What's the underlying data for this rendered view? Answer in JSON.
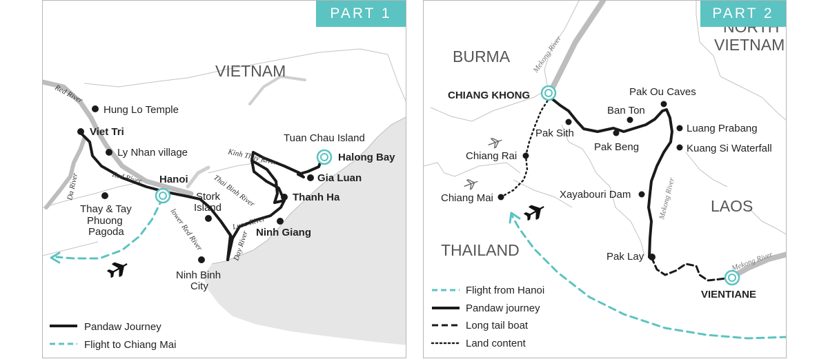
{
  "panel1": {
    "part_label": "PART 1",
    "country": "VIETNAM",
    "places": {
      "hung_lo_temple": "Hung Lo Temple",
      "viet_tri": "Viet Tri",
      "ly_nhan_village": "Ly Nhan village",
      "hanoi": "Hanoi",
      "thay_tay_l1": "Thay & Tay",
      "thay_tay_l2": "Phuong",
      "thay_tay_l3": "Pagoda",
      "stork_l1": "Stork",
      "stork_l2": "Island",
      "ninh_binh_l1": "Ninh Binh",
      "ninh_binh_l2": "City",
      "tuan_chau": "Tuan Chau Island",
      "halong_bay": "Halong Bay",
      "gia_luan": "Gia Luan",
      "thanh_ha": "Thanh Ha",
      "ninh_giang": "Ninh Giang"
    },
    "rivers": {
      "red_river_top": "Red River",
      "da_river": "Da River",
      "red_river_mid": "Red River",
      "lower_red_river": "lower Red River",
      "day_river": "Day River",
      "kinh_thay": "Kinh Thay River",
      "thai_binh": "Thai Binh River",
      "luoc_river": "Luoc River"
    },
    "legend": {
      "journey": "Pandaw Journey",
      "flight": "Flight to Chiang Mai"
    }
  },
  "panel2": {
    "part_label": "PART 2",
    "countries": {
      "burma": "BURMA",
      "north_vietnam_l1": "NORTH",
      "north_vietnam_l2": "VIETNAM",
      "laos": "LAOS",
      "thailand": "THAILAND"
    },
    "places": {
      "chiang_khong": "CHIANG KHONG",
      "pak_ou_caves": "Pak Ou Caves",
      "ban_ton": "Ban Ton",
      "pak_sith": "Pak Sith",
      "pak_beng": "Pak Beng",
      "luang_prabang": "Luang Prabang",
      "kuang_si": "Kuang Si Waterfall",
      "chiang_rai": "Chiang Rai",
      "chiang_mai": "Chiang Mai",
      "xayabouri": "Xayabouri Dam",
      "pak_lay": "Pak Lay",
      "vientiane": "VIENTIANE"
    },
    "rivers": {
      "mekong_top": "Mekong River",
      "mekong_mid": "Mekong River",
      "mekong_bottom": "Mekong River"
    },
    "legend": {
      "flight": "Flight from Hanoi",
      "journey": "Pandaw journey",
      "boat": "Long tail boat",
      "land": "Land content"
    }
  },
  "colors": {
    "route": "#1a1a1a",
    "flight": "#5bc3c1",
    "sea": "#e6e6e6",
    "border": "#b8b8b8",
    "river_band": "#bdbdbd"
  },
  "icons": {
    "plane": "airplane-icon",
    "port": "port-marker-icon",
    "dot": "location-dot-icon"
  }
}
